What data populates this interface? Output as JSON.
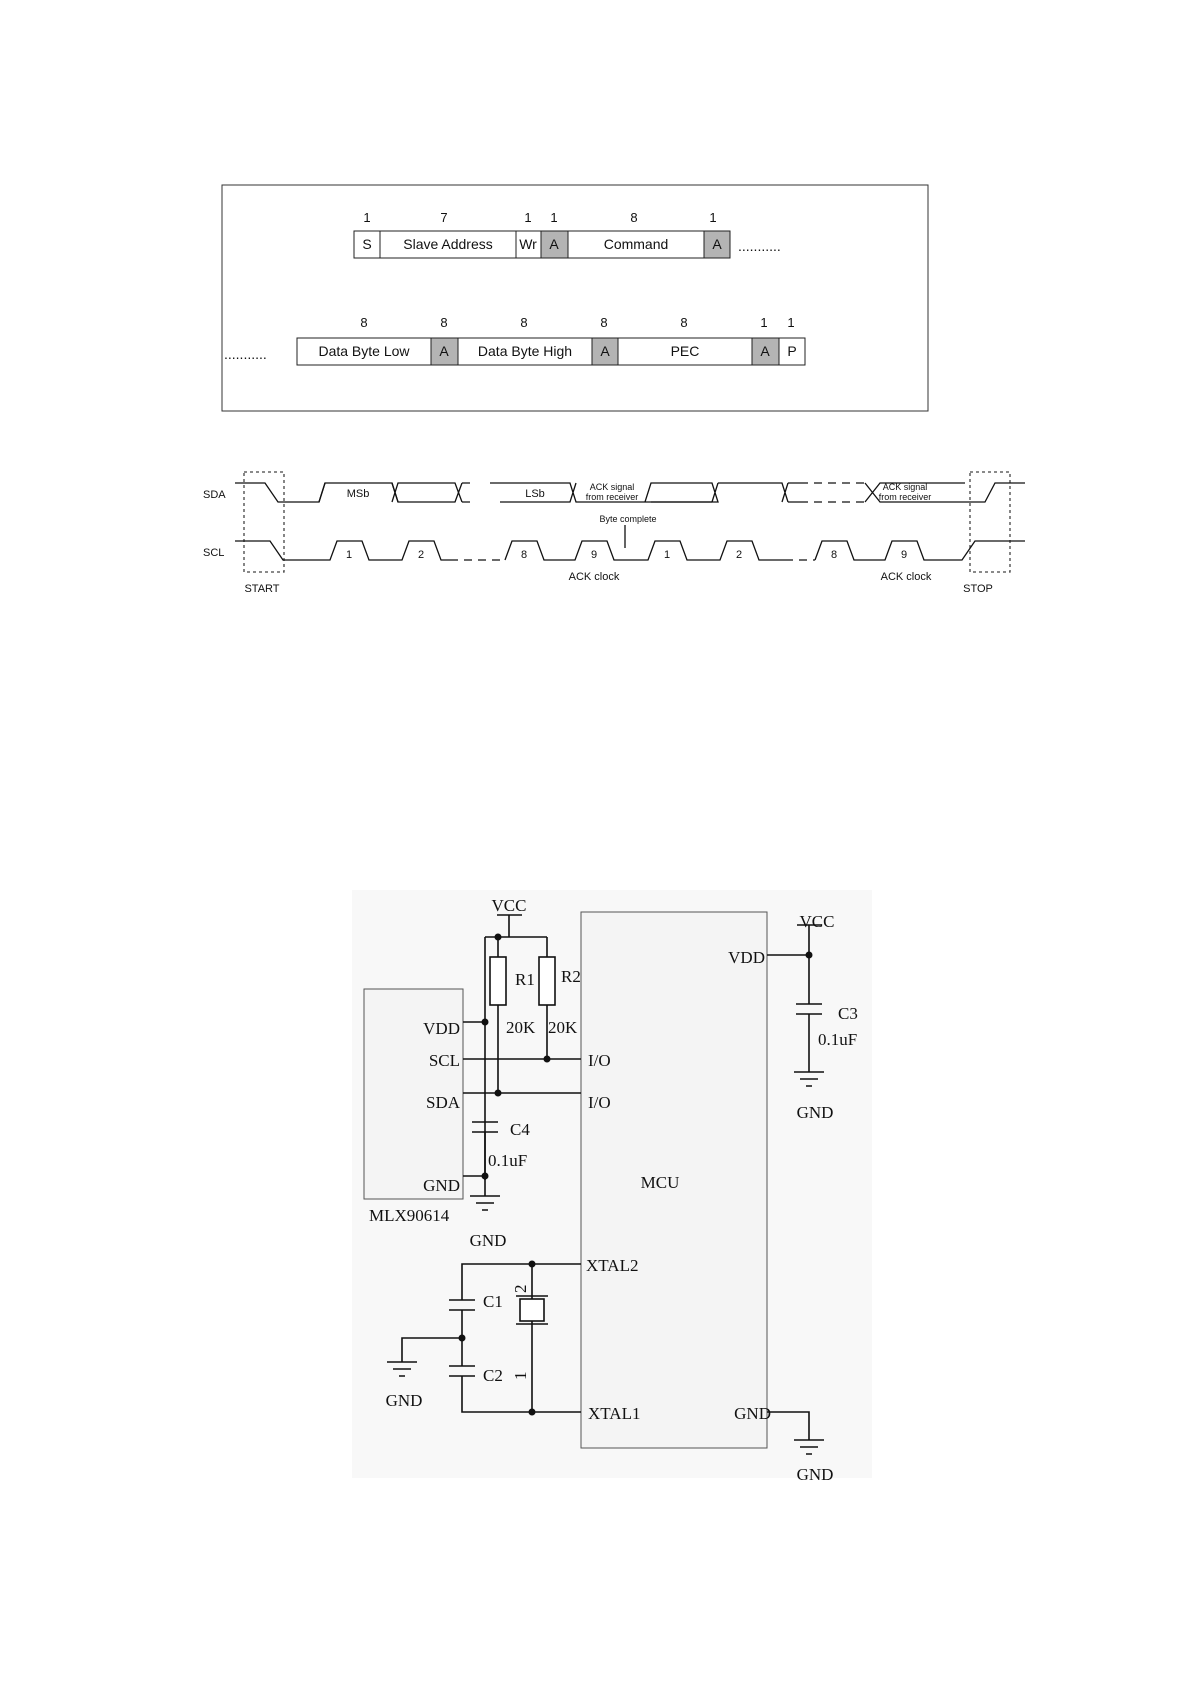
{
  "frame": {
    "row1": [
      {
        "bits": "1",
        "label": "S",
        "shaded": false
      },
      {
        "bits": "7",
        "label": "Slave Address",
        "shaded": false
      },
      {
        "bits": "1",
        "label": "Wr",
        "shaded": false
      },
      {
        "bits": "1",
        "label": "A",
        "shaded": true
      },
      {
        "bits": "8",
        "label": "Command",
        "shaded": false
      },
      {
        "bits": "1",
        "label": "A",
        "shaded": true
      }
    ],
    "row2": [
      {
        "bits": "8",
        "label": "Data Byte Low",
        "shaded": false
      },
      {
        "bits": "8",
        "label": "A",
        "shaded": true
      },
      {
        "bits": "8",
        "label": "Data Byte High",
        "shaded": false
      },
      {
        "bits": "8",
        "label": "A",
        "shaded": true
      },
      {
        "bits": "8",
        "label": "PEC",
        "shaded": false
      },
      {
        "bits": "1",
        "label": "A",
        "shaded": true
      },
      {
        "bits": "1",
        "label": "P",
        "shaded": false
      }
    ],
    "continuation": "..........."
  },
  "timing": {
    "sda_label": "SDA",
    "scl_label": "SCL",
    "msb": "MSb",
    "lsb": "LSb",
    "ack_signal_1": "ACK signal",
    "ack_signal_2": "from receiver",
    "byte_complete": "Byte complete",
    "clock_numbers": [
      "1",
      "2",
      "8",
      "9",
      "1",
      "2",
      "8",
      "9"
    ],
    "ack_clock": "ACK clock",
    "start": "START",
    "stop": "STOP"
  },
  "schematic": {
    "vcc": "VCC",
    "gnd": "GND",
    "sensor_name": "MLX90614",
    "sensor_pins": [
      "VDD",
      "SCL",
      "SDA",
      "GND"
    ],
    "mcu_name": "MCU",
    "mcu_pins": {
      "vdd": "VDD",
      "io": "I/O",
      "xtal2": "XTAL2",
      "xtal1": "XTAL1",
      "gnd": "GND"
    },
    "r1": "R1",
    "r2": "R2",
    "r_value": "20K",
    "c1": "C1",
    "c2": "C2",
    "c3": "C3",
    "c4": "C4",
    "cap_value": "0.1uF",
    "crystal_pins": [
      "2",
      "1"
    ]
  }
}
